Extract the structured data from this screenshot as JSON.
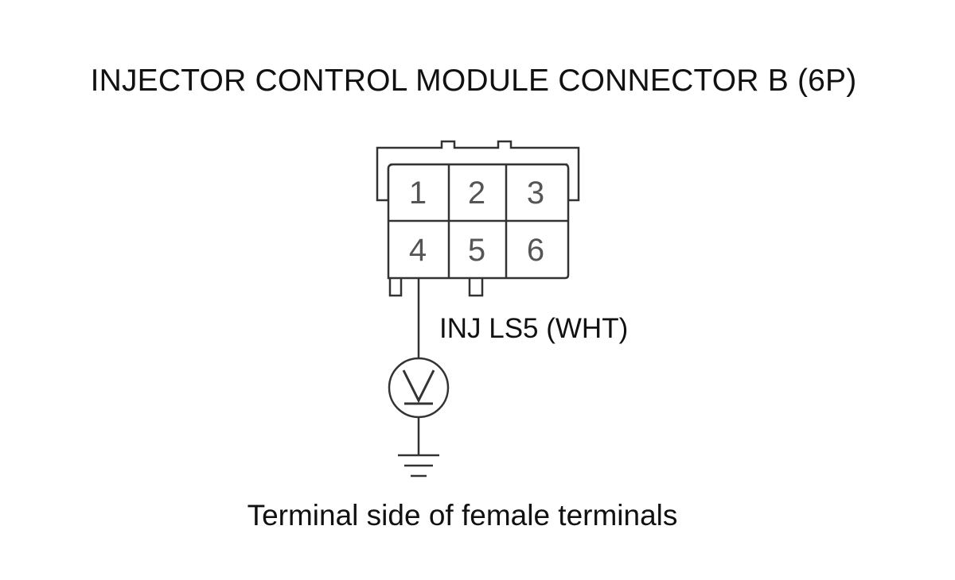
{
  "title": "INJECTOR CONTROL MODULE CONNECTOR B (6P)",
  "connector": {
    "pins": [
      "1",
      "2",
      "3",
      "4",
      "5",
      "6"
    ]
  },
  "wire_label": "INJ LS5 (WHT)",
  "symbols": {
    "meter": "voltmeter-icon",
    "ground": "ground-icon"
  },
  "caption": "Terminal side of female terminals",
  "colors": {
    "line": "#333333",
    "pin_text": "#555555",
    "background": "#ffffff"
  }
}
